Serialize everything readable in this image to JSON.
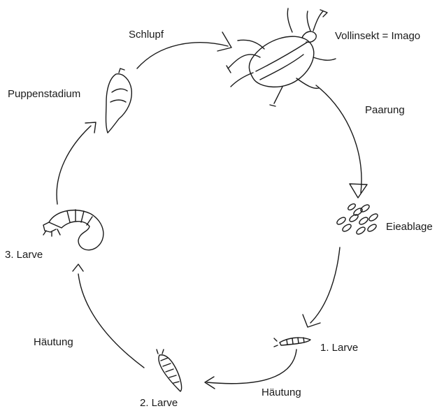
{
  "labels": {
    "schlupf": "Schlupf",
    "imago": "Vollinsekt = Imago",
    "paarung": "Paarung",
    "eiablage": "Eieablage",
    "larve1": "1. Larve",
    "haeutung_bottom": "Häutung",
    "larve2": "2. Larve",
    "haeutung_left": "Häutung",
    "larve3": "3. Larve",
    "puppe": "Puppenstadium"
  },
  "colors": {
    "ink": "#1a1a1a",
    "background": "#ffffff"
  },
  "icons": [
    "beetle-icon",
    "eggs-icon",
    "larva-1-icon",
    "larva-2-icon",
    "larva-3-icon",
    "pupa-icon"
  ]
}
